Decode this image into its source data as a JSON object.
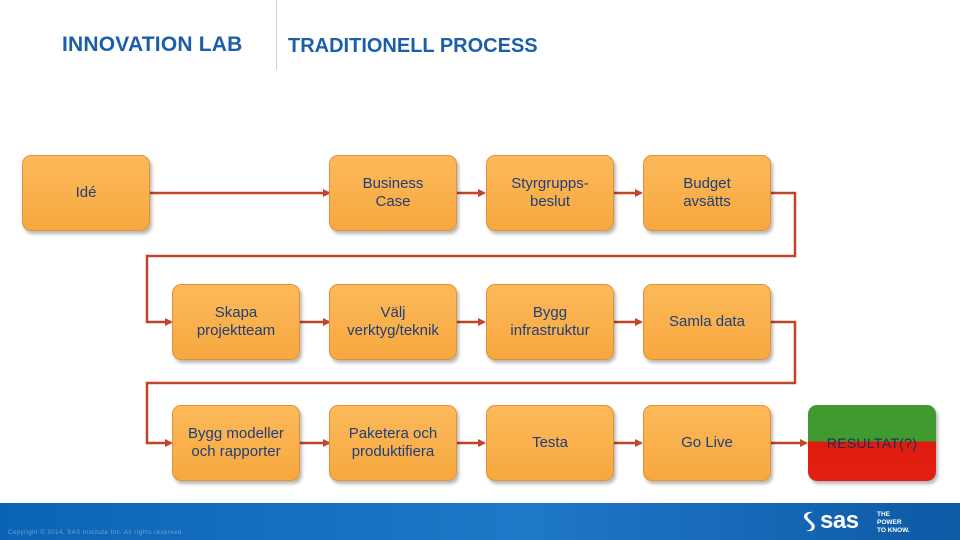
{
  "header": {
    "brand": "INNOVATION LAB",
    "title": "TRADITIONELL PROCESS"
  },
  "steps": [
    {
      "label": "Idé"
    },
    {
      "label": "Business\nCase"
    },
    {
      "label": "Styrgrupps-\nbeslut"
    },
    {
      "label": "Budget\navsätts"
    },
    {
      "label": "Samla data"
    },
    {
      "label": "Bygg\ninfrastruktur"
    },
    {
      "label": "Välj\nverktyg/teknik"
    },
    {
      "label": "Skapa\nprojektteam"
    },
    {
      "label": "Bygg modeller\noch rapporter"
    },
    {
      "label": "Paketera och\nproduktifiera"
    },
    {
      "label": "Testa"
    },
    {
      "label": "Go Live"
    }
  ],
  "result": {
    "label": "RESULTAT(?)"
  },
  "footer": {
    "copyright": "Copyright © 2014, SAS Institute Inc. All rights reserved.",
    "logo_word": "sas",
    "logo_tagline": "THE\nPOWER\nTO KNOW."
  },
  "colors": {
    "box_fill": "#f9b14f",
    "box_text": "#1f3f78",
    "connector": "#c0452a",
    "brand_blue": "#1b5fa8",
    "result_top": "#3f9a2f",
    "result_bottom": "#e41f12",
    "footer_blue": "#1570c0"
  }
}
